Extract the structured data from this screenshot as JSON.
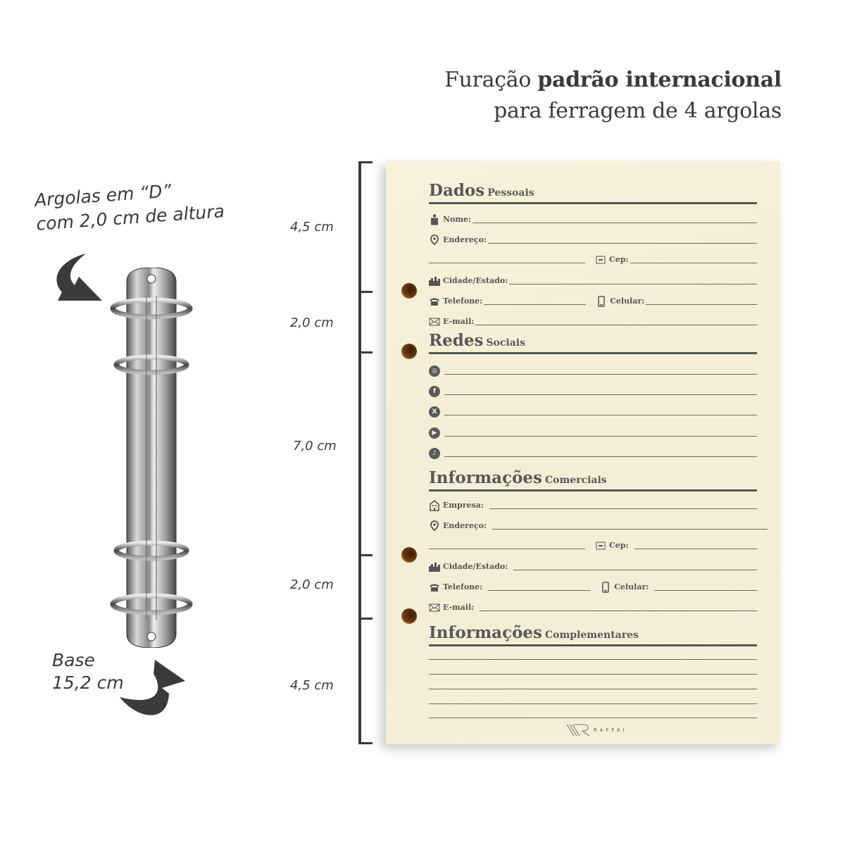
{
  "headline": {
    "line1_regular": "Furação",
    "line1_bold": "padrão internacional",
    "line2": "para ferragem de 4 argolas"
  },
  "annotations": {
    "rings_line1": "Argolas em “D”",
    "rings_line2": "com 2,0 cm de altura",
    "base_line1": "Base",
    "base_line2": "15,2 cm"
  },
  "measurements": [
    {
      "label": "4,5 cm",
      "value_cm": 4.5
    },
    {
      "label": "2,0 cm",
      "value_cm": 2.0
    },
    {
      "label": "7,0 cm",
      "value_cm": 7.0
    },
    {
      "label": "2,0 cm",
      "value_cm": 2.0
    },
    {
      "label": "4,5 cm",
      "value_cm": 4.5
    }
  ],
  "sheet": {
    "sections": {
      "personal": {
        "title": "Dados",
        "subtitle": "Pessoais",
        "fields": {
          "name": "Nome:",
          "address": "Endereço:",
          "cep": "Cep:",
          "city": "Cidade/Estado:",
          "phone": "Telefone:",
          "mobile": "Celular:",
          "email": "E-mail:"
        }
      },
      "social": {
        "title": "Redes",
        "subtitle": "Sociais",
        "networks": [
          "instagram",
          "facebook",
          "x",
          "youtube",
          "tiktok"
        ]
      },
      "commercial": {
        "title": "Informações",
        "subtitle": "Comerciais",
        "fields": {
          "company": "Empresa:",
          "address": "Endereço:",
          "cep": "Cep:",
          "city": "Cidade/Estado:",
          "phone": "Telefone:",
          "mobile": "Celular:",
          "email": "E-mail:"
        }
      },
      "complementary": {
        "title": "Informações",
        "subtitle": "Complementares",
        "blank_lines": 5
      }
    },
    "brand": "RAFFAI"
  },
  "colors": {
    "text_dark": "#3a3a3a",
    "paper": "#f6efd8",
    "ink": "#585858"
  }
}
